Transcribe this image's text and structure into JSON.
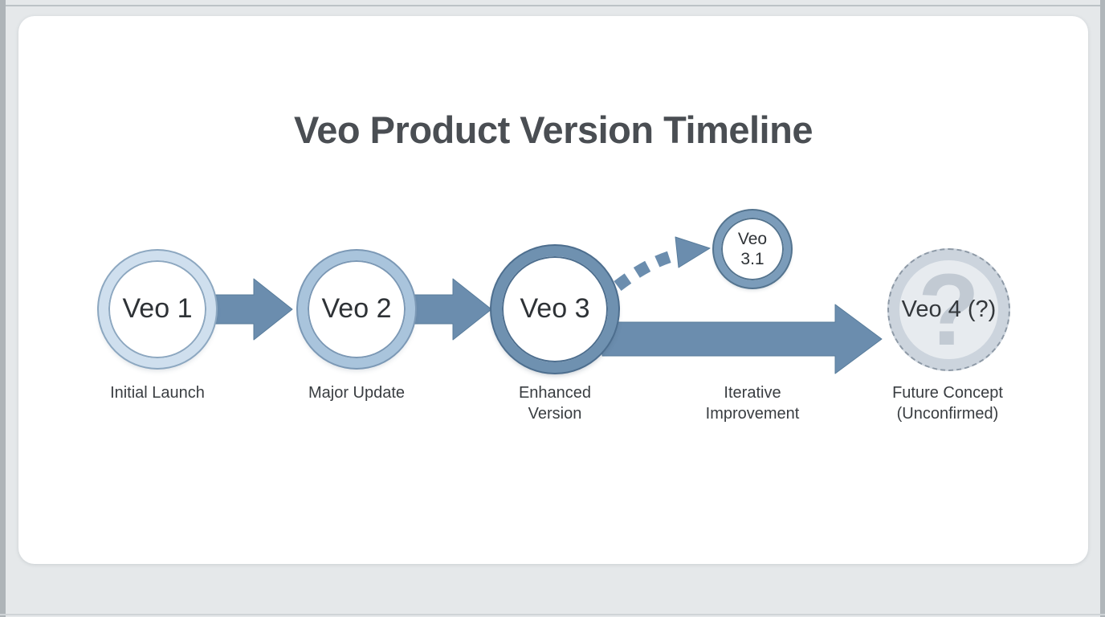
{
  "title": "Veo Product Version Timeline",
  "nodes": [
    {
      "label": "Veo 1",
      "caption": "Initial Launch"
    },
    {
      "label": "Veo 2",
      "caption": "Major Update"
    },
    {
      "label": "Veo 3",
      "caption": "Enhanced Version"
    },
    {
      "label": "Veo 3.1",
      "caption": "Iterative Improvement"
    },
    {
      "label": "Veo 4 (?)",
      "caption": "Future Concept (Unconfirmed)",
      "watermark": "?"
    }
  ],
  "connectors": [
    {
      "from": "Veo 1",
      "to": "Veo 2",
      "style": "solid-arrow"
    },
    {
      "from": "Veo 2",
      "to": "Veo 3",
      "style": "solid-arrow"
    },
    {
      "from": "Veo 3",
      "to": "Veo 3.1",
      "style": "dashed-arrow"
    },
    {
      "from": "Veo 3",
      "to": "Veo 4 (?)",
      "style": "solid-arrow"
    }
  ],
  "colors": {
    "arrow": "#6b8dae",
    "arrow_edge": "#587c9b",
    "ring_veo1": "#cfdfee",
    "ring_veo2": "#a9c4dc",
    "ring_veo3": "#6f91b0",
    "ring_veo31": "#7b9cba",
    "future_fill": "#ccd4dd",
    "future_inner": "#e7ebef",
    "title_text": "#4a4e53",
    "caption_text": "#393d41",
    "page_background": "#e5e8ea",
    "card_background": "#ffffff"
  }
}
